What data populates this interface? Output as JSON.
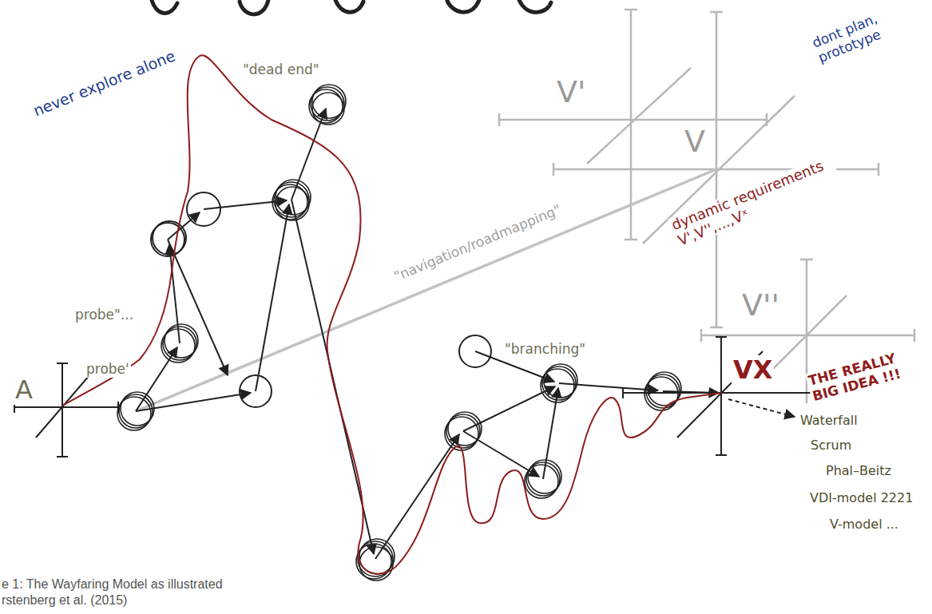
{
  "diagram": {
    "caption": "e 1: The Wayfaring Model as illustrated rstenberg et al. (2015)",
    "labels": [
      "never explore alone",
      "\"dead end\"",
      "dont plan, prototype",
      "V'",
      "V",
      "dynamic requirements V',V'',...,Vˣ",
      "\"navigation/roadmapping\"",
      "probe\"...",
      "probe'",
      "A",
      "\"branching\"",
      "V''",
      "VX",
      "THE REALLY BIG IDEA !!!",
      "Waterfall",
      "Scrum",
      "Phal–Beitz",
      "VDI-model 2221",
      "V-model ..."
    ]
  }
}
